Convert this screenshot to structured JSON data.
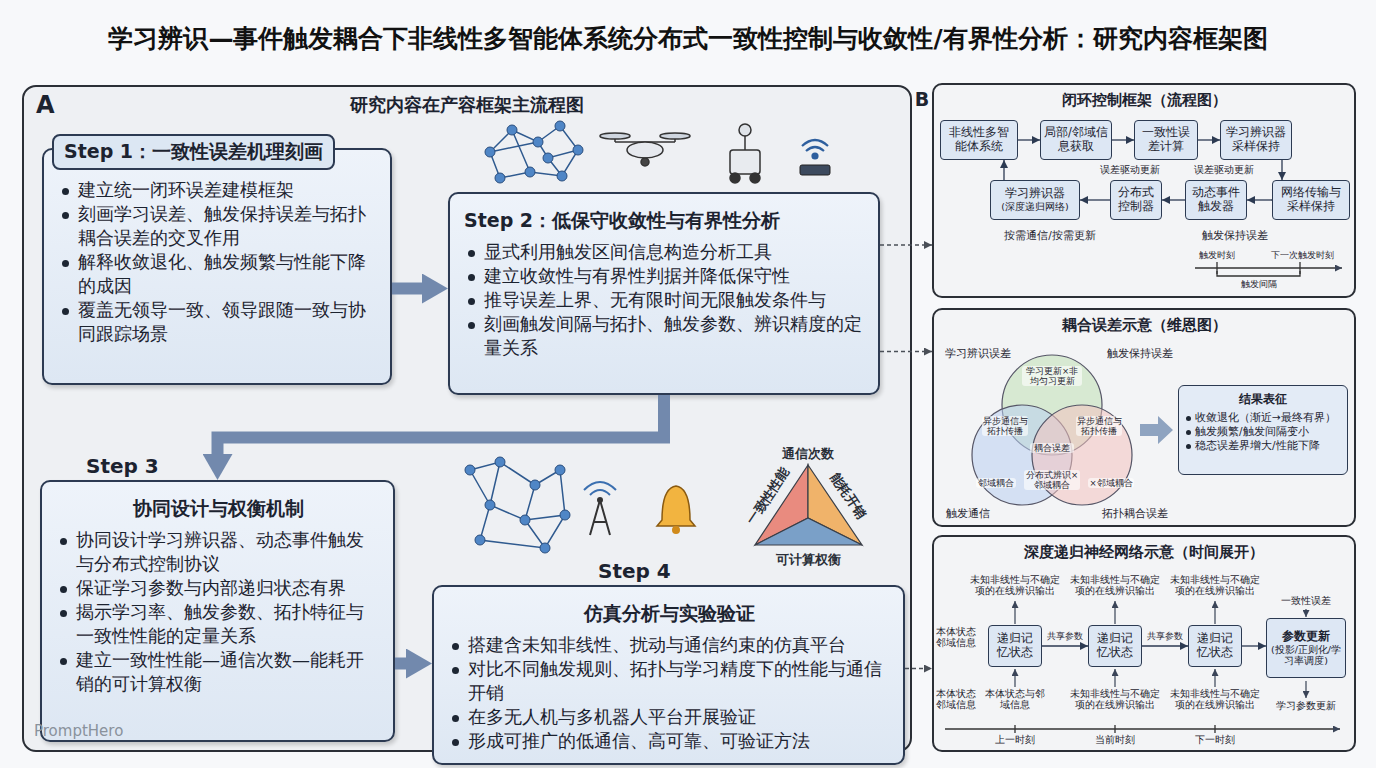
{
  "diagram": {
    "title": "学习辨识—事件触发耦合下非线性多智能体系统分布式一致性控制与收敛性/有界性分析：研究内容框架图",
    "nodes": [
      {
        "text": [
          "A",
          "研究内容在产容框架主流程图"
        ]
      },
      {
        "text": [
          "Step 1：一致性误差机理刻画",
          "建立统一闭环误差建模框架",
          "刻画学习误差、触发保持误差与拓扑耦合误差的交叉作用",
          "解释收敛退化、触发频繁与性能下降的成因",
          "覆盖无领导一致、领导跟随一致与协同跟踪场景"
        ],
        "in": 0
      },
      {
        "text": [
          "Step 2：低保守收敛性与有界性分析",
          "显式利用触发区间信息构造分析工具",
          "建立收敛性与有界性判据并降低保守性",
          "推导误差上界、无有限时间无限触发条件与",
          "刻画触发间隔与拓扑、触发参数、辨识精度的定量关系"
        ],
        "in": 0
      },
      {
        "text": [
          "Step 3",
          "协同设计与权衡机制",
          "协同设计学习辨识器、动态事件触发与分布式控制协议",
          "保证学习参数与内部递归状态有界",
          "揭示学习率、触发参数、拓扑特征与一致性性能的定量关系",
          "建立一致性性能—通信次数—能耗开销的可计算权衡"
        ],
        "in": 0
      },
      {
        "text": [
          "Step 4",
          "仿真分析与实验验证",
          "搭建含未知非线性、扰动与通信约束的仿真平台",
          "对比不同触发规则、拓扑与学习精度下的性能与通信开销",
          "在多无人机与多机器人平台开展验证",
          "形成可推广的低通信、高可靠、可验证方法"
        ],
        "in": 0
      },
      {
        "text": [
          "闭环控制框架（流程图）"
        ]
      },
      {
        "text": [
          "非线性多智能体系统"
        ],
        "in": 5
      },
      {
        "text": [
          "局部/邻域信息获取"
        ],
        "in": 5
      },
      {
        "text": [
          "一致性误差计算"
        ],
        "in": 5
      },
      {
        "text": [
          "学习辨识器采样保持"
        ],
        "in": 5
      },
      {
        "text": [
          "网络传输与采样保持"
        ],
        "in": 5
      },
      {
        "text": [
          "动态事件触发器"
        ],
        "in": 5
      },
      {
        "text": [
          "分布式控制器"
        ],
        "in": 5
      },
      {
        "text": [
          "学习辨识器",
          "(深度递归网络)"
        ],
        "in": 5
      },
      {
        "text": [
          "耦合误差示意（维恩图）"
        ]
      },
      {
        "text": [
          "结果表征",
          "收敛退化（渐近→最终有界）",
          "触发频繁/触发间隔变小",
          "稳态误差界增大/性能下降"
        ],
        "in": 14
      },
      {
        "text": [
          "深度递归神经网络示意（时间展开）"
        ]
      },
      {
        "text": [
          "递归记忆状态"
        ],
        "in": 16
      },
      {
        "text": [
          "递归记忆状态"
        ],
        "in": 16
      },
      {
        "text": [
          "递归记忆状态"
        ],
        "in": 16
      },
      {
        "text": [
          "参数更新",
          "(投影/正则化/学习率调度)"
        ],
        "in": 16
      }
    ],
    "edges": [
      {
        "from": 1,
        "to": 2,
        "arrow": "to"
      },
      {
        "from": 2,
        "to": 3,
        "arrow": "to"
      },
      {
        "from": 3,
        "to": 4,
        "arrow": "to"
      },
      {
        "from": 2,
        "to": 5,
        "arrow": "to"
      },
      {
        "from": 2,
        "to": 14,
        "arrow": "to"
      },
      {
        "from": 4,
        "to": 16,
        "arrow": "to"
      },
      {
        "from": 6,
        "to": 7,
        "arrow": "to"
      },
      {
        "from": 7,
        "to": 8,
        "arrow": "to"
      },
      {
        "from": 8,
        "to": 9,
        "arrow": "to"
      },
      {
        "from": 9,
        "to": 10,
        "arrow": "to"
      },
      {
        "from": 10,
        "to": 11,
        "arrow": "to"
      },
      {
        "from": 11,
        "to": 12,
        "arrow": "to"
      },
      {
        "from": 12,
        "to": 13,
        "arrow": "to"
      },
      {
        "from": 13,
        "to": 6,
        "arrow": "to"
      },
      {
        "from": 17,
        "to": 18,
        "label": "共享参数",
        "arrow": "to"
      },
      {
        "from": 18,
        "to": 19,
        "label": "共享参数",
        "arrow": "to"
      },
      {
        "from": 19,
        "to": 20,
        "arrow": "to"
      }
    ],
    "labels": [
      "B",
      "误差驱动更新",
      "误差驱动更新",
      "按需通信/按需更新",
      "触发保持误差",
      "触发时刻",
      "下一次触发时刻",
      "触发间隔",
      "学习辨识误差",
      "触发保持误差",
      "触发通信",
      "拓扑耦合误差",
      "学习更新×非均匀习更新",
      "异步通信与拓扑传播",
      "异步通信与拓扑传播",
      "耦合误差",
      "邻域耦合",
      "分布式辨识×邻域耦合",
      "×邻域耦合",
      "本体状态 邻域信息",
      "未知非线性与不确定项的在线辨识输出",
      "未知非线性与不确定项的在线辨识输出",
      "未知非线性与不确定项的在线辨识输出",
      "一致性误差",
      "本体状态 邻域信息",
      "本体状态与邻域信息",
      "未知非线性与不确定项的在线辨识输出",
      "未知非线性与不确定项的在线辨识输出",
      "学习参数更新",
      "上一时刻",
      "当前时刻",
      "下一时刻",
      "通信次数",
      "一致性性能",
      "能耗开销",
      "可计算权衡",
      "PromptHero"
    ]
  }
}
